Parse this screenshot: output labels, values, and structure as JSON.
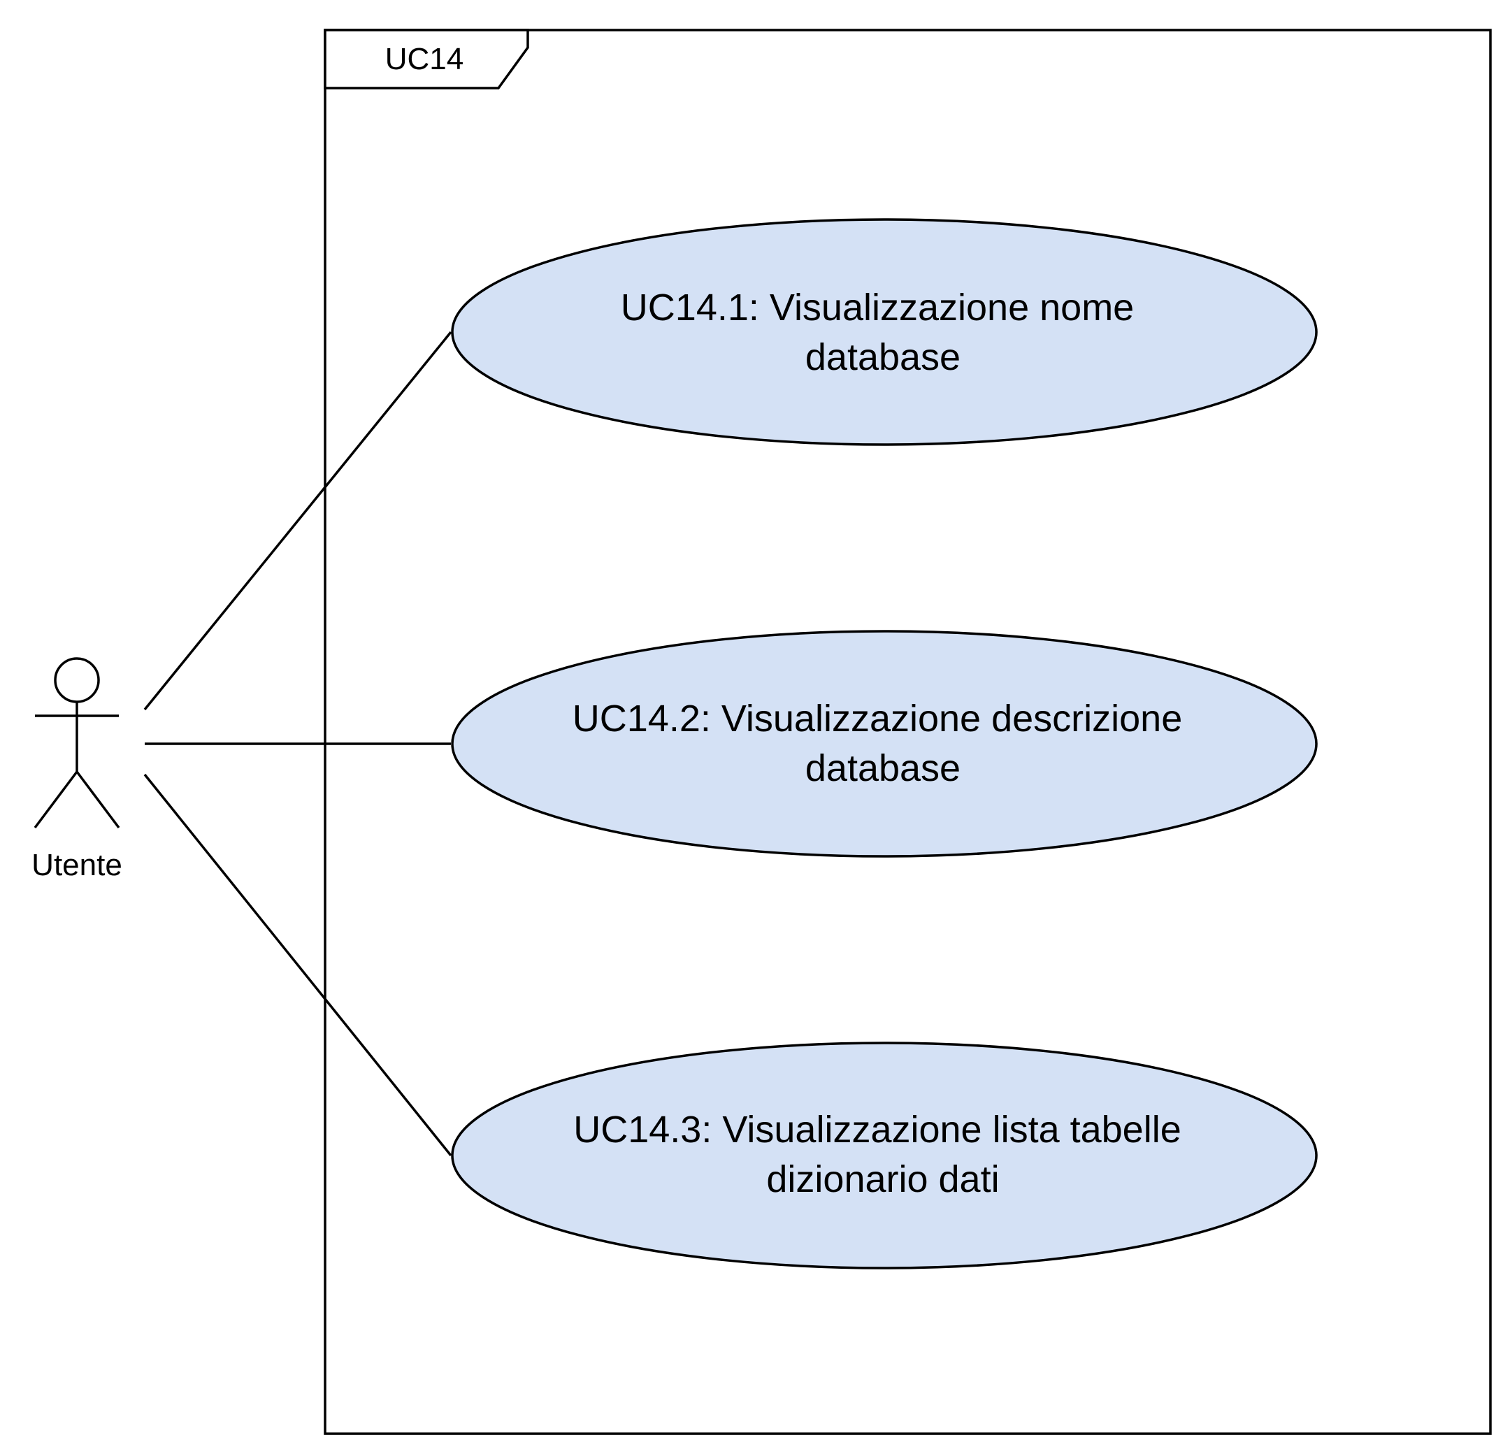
{
  "frame": {
    "label": "UC14"
  },
  "actor": {
    "name": "Utente"
  },
  "use_cases": [
    {
      "line1": "UC14.1: Visualizzazione nome",
      "line2": "database"
    },
    {
      "line1": "UC14.2: Visualizzazione descrizione",
      "line2": "database"
    },
    {
      "line1": "UC14.3: Visualizzazione lista tabelle",
      "line2": "dizionario dati"
    }
  ],
  "colors": {
    "use_case_fill": "#d4e1f5",
    "stroke": "#000000",
    "background": "#ffffff"
  }
}
